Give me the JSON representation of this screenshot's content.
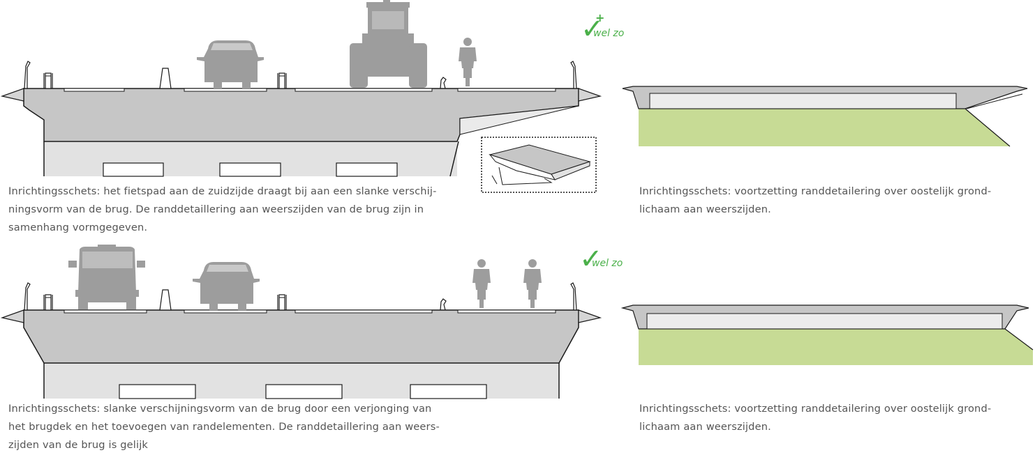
{
  "colors": {
    "deck": "#c6c6c6",
    "substructure": "#e2e2e2",
    "line": "#1a1a1a",
    "vehicle": "#9d9d9d",
    "embankment": "#c7db95",
    "accent": "#4bb04a",
    "caption": "#555555"
  },
  "top": {
    "badge": {
      "icon": "check-plus-icon",
      "plus": "+",
      "label": "wel zo"
    },
    "caption_left": [
      "Inrichtingsschets: het fietspad aan de zuidzijde draagt bij aan een slanke verschij-",
      "ningsvorm van de brug. De randdetaillering aan weerszijden van de brug zijn in",
      "samenhang vormgegeven."
    ],
    "caption_right": [
      "Inrichtingsschets: voortzetting randdetailering over oostelijk grond-",
      "lichaam aan weerszijden."
    ]
  },
  "bottom": {
    "badge": {
      "icon": "check-icon",
      "label": "wel zo"
    },
    "caption_left": [
      "Inrichtingsschets: slanke verschijningsvorm van de brug door een verjonging van",
      "het brugdek en het toevoegen van randelementen. De randdetaillering aan weers-",
      "zijden van de brug is gelijk"
    ],
    "caption_right": [
      "Inrichtingsschets: voortzetting randdetailering over oostelijk grond-",
      "lichaam aan weerszijden."
    ]
  }
}
